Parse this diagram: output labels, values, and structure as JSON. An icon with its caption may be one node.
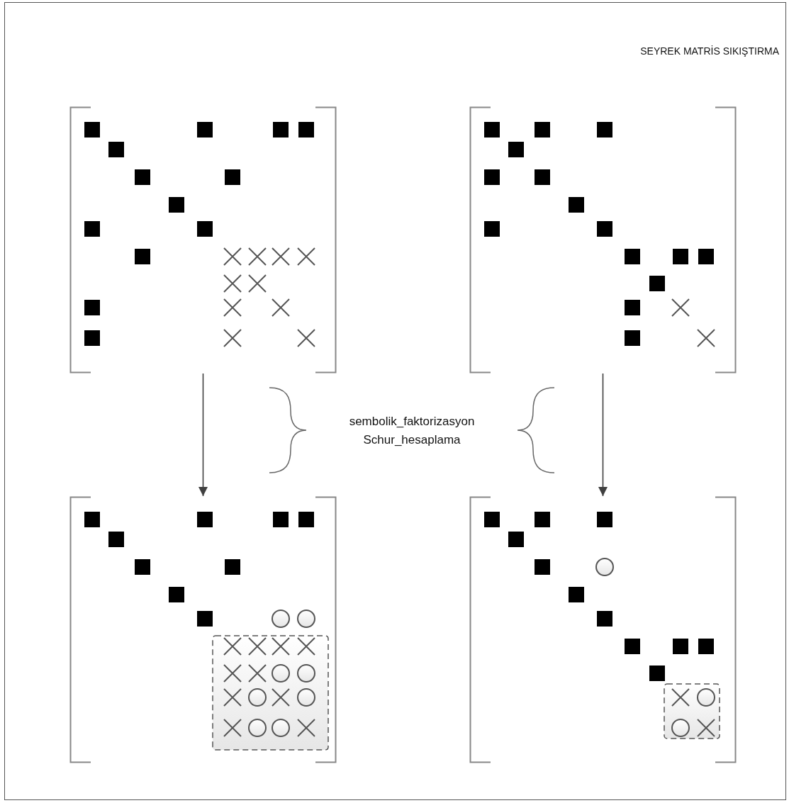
{
  "diagram": {
    "title": "SEYREK MATRİS SIKIŞTIRMA",
    "nodes": [
      {
        "text": [],
        "shape": "box"
      },
      {
        "text": [],
        "shape": "box"
      },
      {
        "text": [],
        "shape": "box"
      },
      {
        "text": [],
        "shape": "box"
      }
    ],
    "edges": [
      {
        "from": 0,
        "to": 2,
        "arrow": "to"
      },
      {
        "from": 1,
        "to": 3,
        "arrow": "to"
      }
    ],
    "labels": [
      "sembolik_faktorizasyon",
      "Schur_hesaplama"
    ]
  }
}
